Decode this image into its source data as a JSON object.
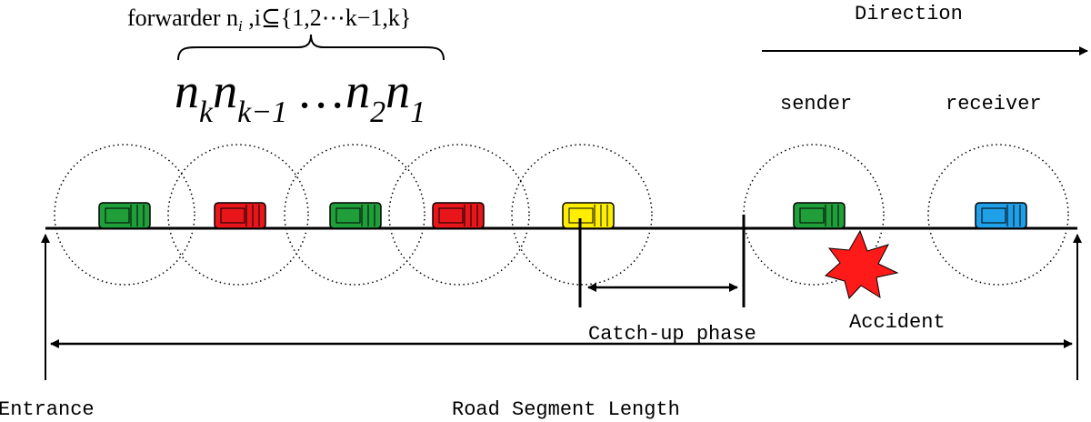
{
  "forwarder_label": {
    "prefix": "forwarder n",
    "sub_i": "i",
    "set_text": " ,i⊆{1,2⋯k−1,k}"
  },
  "node_sequence": [
    {
      "base": "n",
      "sub": "k"
    },
    {
      "base": "n",
      "sub": "k−1"
    },
    {
      "base": "…",
      "sub": ""
    },
    {
      "base": "n",
      "sub": "2"
    },
    {
      "base": "n",
      "sub": "1"
    }
  ],
  "labels": {
    "direction": "Direction",
    "sender": "sender",
    "receiver": "receiver",
    "catch_up": "Catch-up phase",
    "accident": "Accident",
    "entrance": "Entrance",
    "road_length": "Road Segment Length"
  },
  "colors": {
    "line": "#000000",
    "green_car": "#1f9e3a",
    "red_car": "#e8161b",
    "yellow_car": "#ffee00",
    "blue_car": "#1fa0e8",
    "accident": "#ff1a1a"
  },
  "vehicles": [
    {
      "role": "forwarder",
      "color": "green"
    },
    {
      "role": "forwarder",
      "color": "red"
    },
    {
      "role": "forwarder",
      "color": "green"
    },
    {
      "role": "forwarder",
      "color": "red"
    },
    {
      "role": "forwarder",
      "color": "yellow"
    },
    {
      "role": "sender",
      "color": "green"
    },
    {
      "role": "receiver",
      "color": "blue"
    }
  ]
}
